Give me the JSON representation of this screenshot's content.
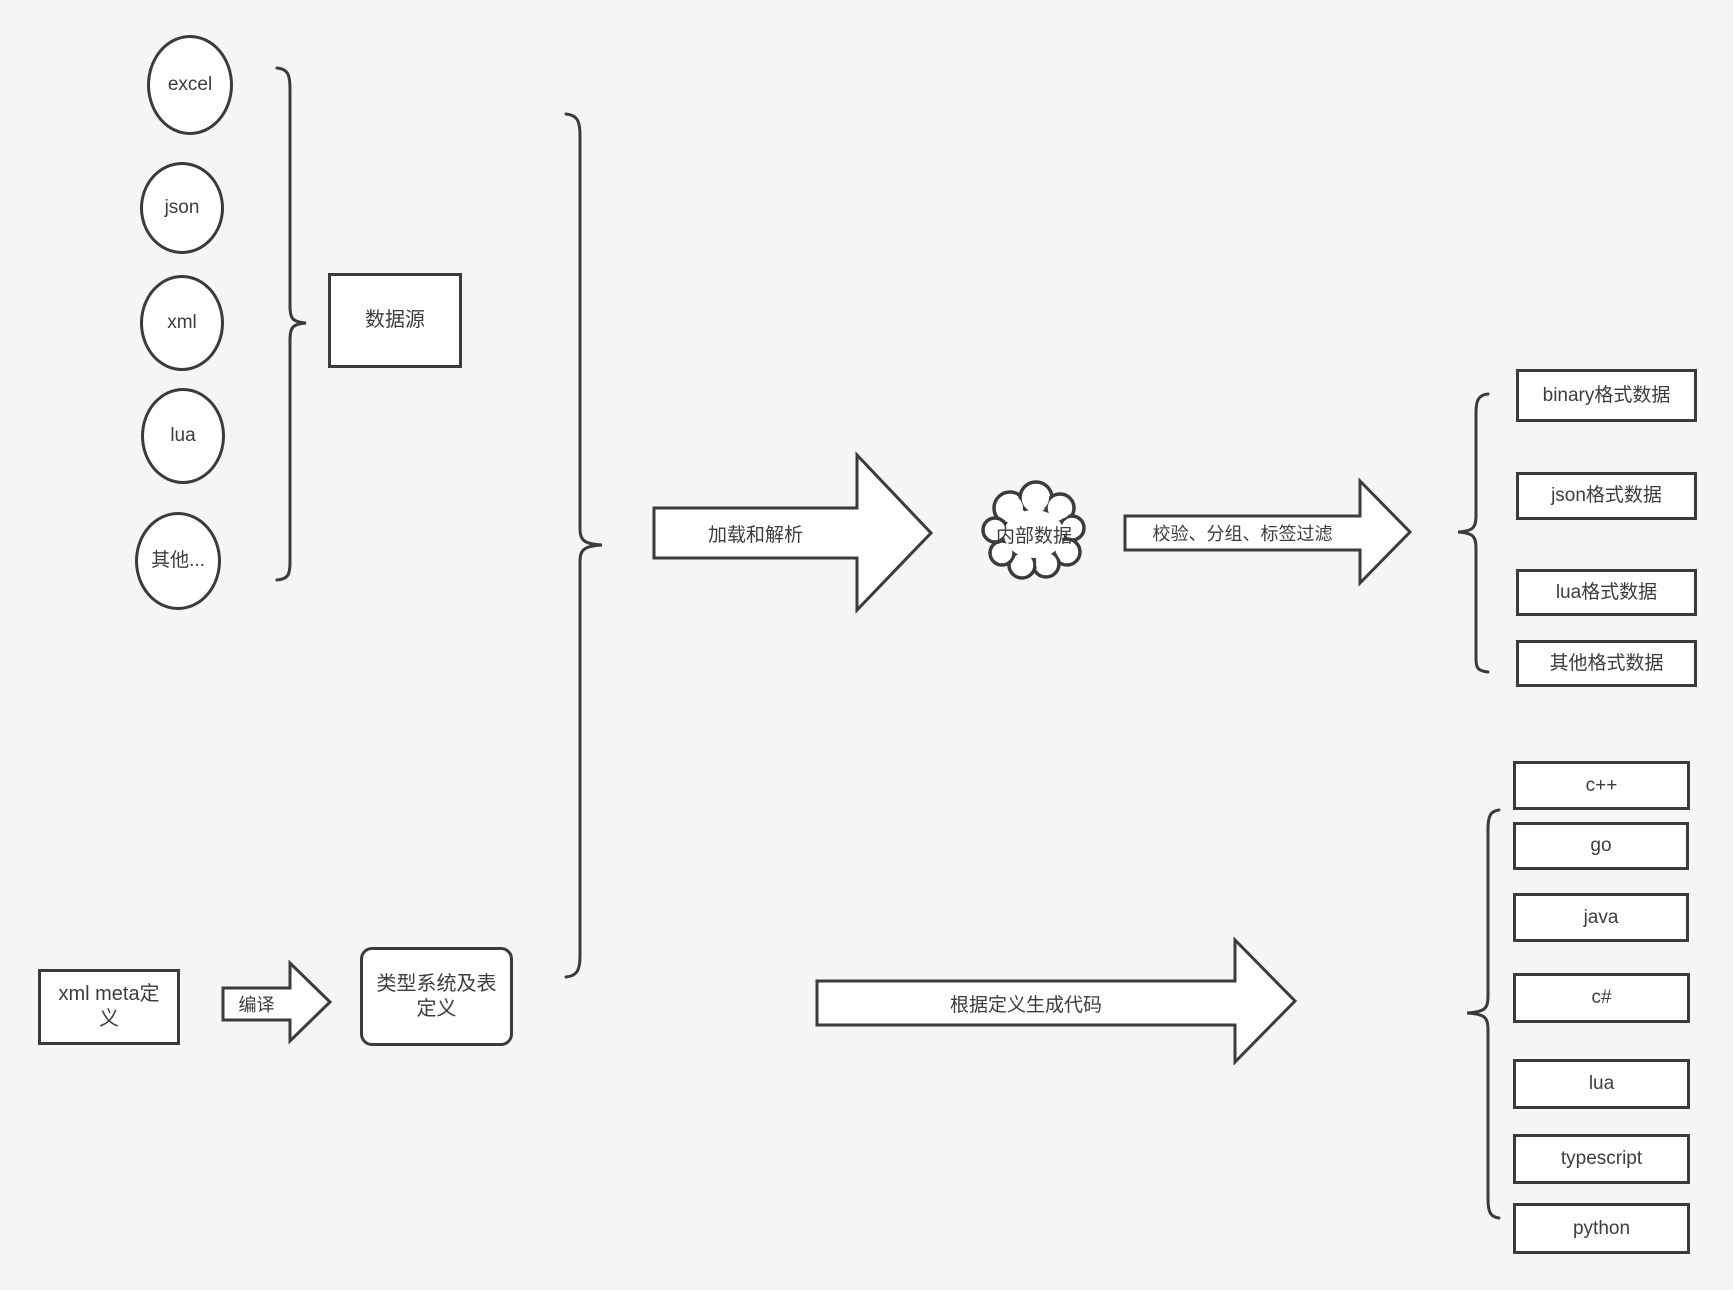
{
  "diagram": {
    "sources": {
      "group_label": "数据源",
      "items": [
        {
          "label": "excel"
        },
        {
          "label": "json"
        },
        {
          "label": "xml"
        },
        {
          "label": "lua"
        },
        {
          "label": "其他..."
        }
      ]
    },
    "meta_flow": {
      "xml_meta_label": "xml meta定义",
      "compile_arrow_label": "编译",
      "type_system_label": "类型系统及表定义"
    },
    "load_arrow_label": "加载和解析",
    "internal_data_label": "内部数据",
    "filter_arrow_label": "校验、分组、标签过滤",
    "formats": {
      "items": [
        {
          "label": "binary格式数据"
        },
        {
          "label": "json格式数据"
        },
        {
          "label": "lua格式数据"
        },
        {
          "label": "其他格式数据"
        }
      ]
    },
    "codegen_arrow_label": "根据定义生成代码",
    "languages": {
      "items": [
        {
          "label": "c++"
        },
        {
          "label": "go"
        },
        {
          "label": "java"
        },
        {
          "label": "c#"
        },
        {
          "label": "lua"
        },
        {
          "label": "typescript"
        },
        {
          "label": "python"
        }
      ]
    }
  },
  "colors": {
    "background": "#f5f5f6",
    "stroke": "#3b3b3b",
    "node_fill": "#ffffff",
    "text": "#3d3d3d"
  }
}
